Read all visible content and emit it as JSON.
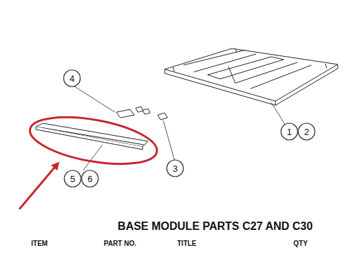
{
  "diagram": {
    "title": "BASE MODULE PARTS C27 AND C30",
    "nodes": [
      {
        "text": [
          "4"
        ]
      },
      {
        "text": [
          "1"
        ]
      },
      {
        "text": [
          "2"
        ]
      },
      {
        "text": [
          "3"
        ]
      },
      {
        "text": [
          "5"
        ]
      },
      {
        "text": [
          "6"
        ]
      }
    ],
    "labels": [
      "ITEM",
      "PART NO.",
      "TITLE",
      "QTY"
    ]
  }
}
